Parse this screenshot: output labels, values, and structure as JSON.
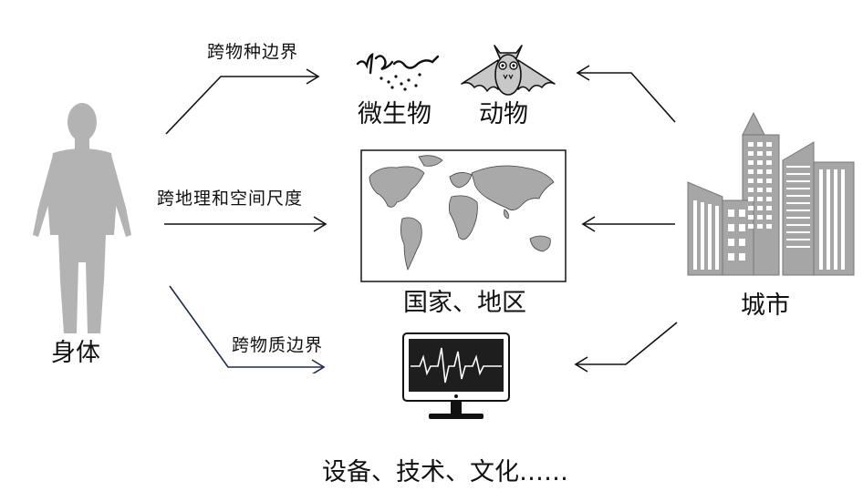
{
  "body_label": "身体",
  "city_label": "城市",
  "microbe_label": "微生物",
  "animal_label": "动物",
  "map_label": "国家、地区",
  "device_label": "设备、技术、文化……",
  "arrow_top_label": "跨物种边界",
  "arrow_mid_label": "跨地理和空间尺度",
  "arrow_bottom_label": "跨物质边界",
  "colors": {
    "figure_gray": "#b3b3b3",
    "city_gray": "#a6a6a6",
    "map_land": "#a9a9a9",
    "monitor_screen": "#1e1e1e",
    "arrow_bottom": "#1f2a52",
    "line": "#111111"
  }
}
